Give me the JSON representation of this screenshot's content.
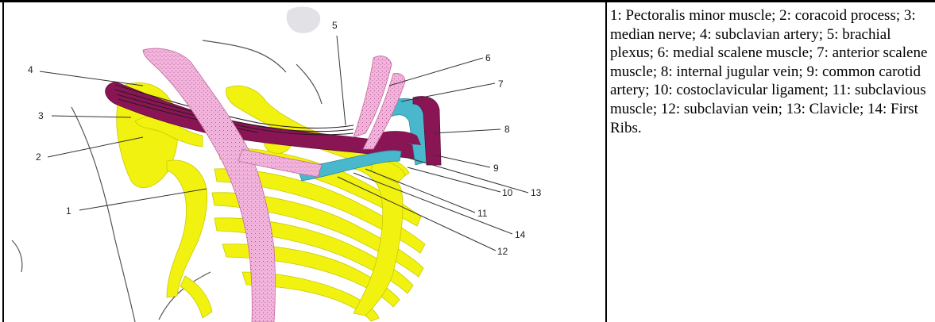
{
  "figure": {
    "labels": [
      "1",
      "2",
      "3",
      "4",
      "5",
      "6",
      "7",
      "8",
      "9",
      "10",
      "11",
      "12",
      "13",
      "14"
    ]
  },
  "legend": {
    "text": "1: Pectoralis minor muscle; 2: coracoid process; 3: median nerve; 4: subclavian artery; 5: brachial plexus; 6: medial scalene muscle; 7: anterior scalene muscle; 8: internal jugular vein; 9: common carotid artery; 10: costoclavicular ligament; 11: subclavious muscle; 12: subclavian vein; 13: Clavicle; 14: First Ribs."
  },
  "colors": {
    "bone": "#f2f210",
    "artery": "#8a1555",
    "muscle": "#f2b4dc",
    "vein": "#49b8cc",
    "line": "#333333"
  }
}
